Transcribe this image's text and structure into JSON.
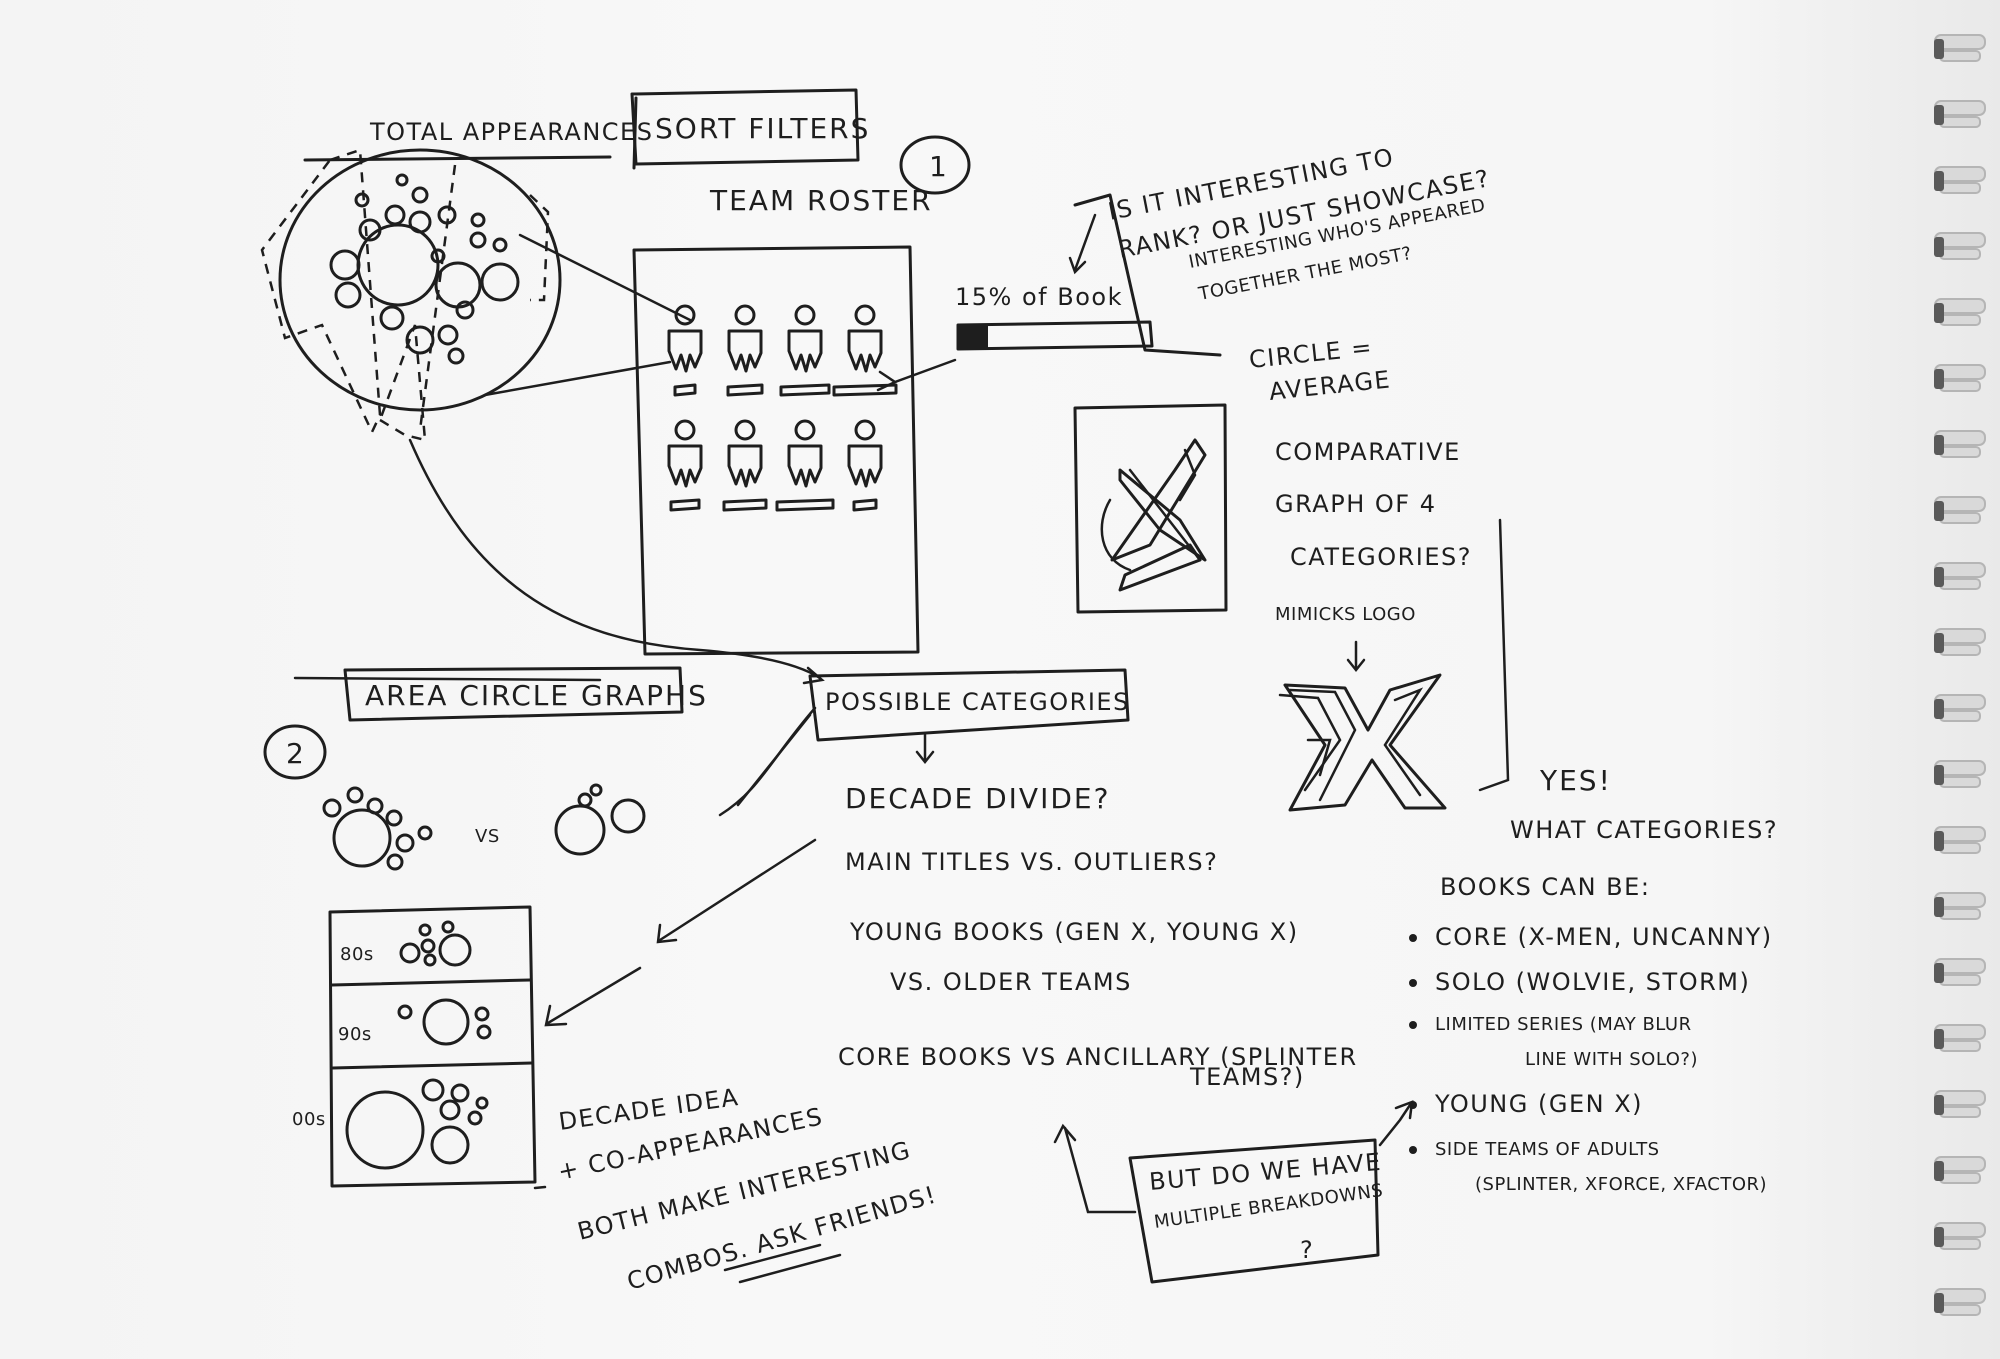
{
  "labels": {
    "total_appearances": "TOTAL APPEARANCES",
    "sort_filters": "SORT FILTERS",
    "section_1": "1",
    "team_roster": "TEAM ROSTER",
    "pct_of_book": "15% of Book",
    "q_interesting_1": "IS IT INTERESTING TO",
    "q_interesting_2": "RANK? OR JUST SHOWCASE?",
    "q_together_1": "INTERESTING WHO'S APPEARED",
    "q_together_2": "TOGETHER THE MOST?",
    "circle_1": "CIRCLE =",
    "circle_2": "AVERAGE",
    "comparative_1": "COMPARATIVE",
    "comparative_2": "GRAPH OF 4",
    "comparative_3": "CATEGORIES?",
    "mimicks_logo": "MIMICKS LOGO",
    "yes": "YES!",
    "what_categories": "WHAT CATEGORIES?",
    "area_circle_graphs": "AREA CIRCLE GRAPHS",
    "possible_categories": "POSSIBLE CATEGORIES",
    "section_2": "2",
    "vs": "VS",
    "decade_divide": "DECADE DIVIDE?",
    "main_titles": "MAIN TITLES VS. OUTLIERS?",
    "young_books": "YOUNG BOOKS (GEN X, YOUNG X)",
    "older_teams": "VS. OLDER TEAMS",
    "core_books": "CORE BOOKS VS ANCILLARY (SPLINTER",
    "teams_q": "TEAMS?)",
    "decade_80s": "80s",
    "decade_90s": "90s",
    "decade_00s": "00s",
    "decade_idea_1": "DECADE IDEA",
    "decade_idea_2": "+ CO-APPEARANCES",
    "decade_idea_3": "BOTH MAKE INTERESTING",
    "decade_idea_4": "COMBOS. ASK FRIENDS!",
    "breakdowns_1": "BUT DO WE HAVE",
    "breakdowns_2": "MULTIPLE BREAKDOWNS",
    "breakdowns_3": "?",
    "books_can_be": "BOOKS CAN BE:",
    "bullet_1": "CORE (X-MEN, UNCANNY)",
    "bullet_2": "SOLO (WOLVIE, STORM)",
    "bullet_3a": "LIMITED SERIES (MAY BLUR",
    "bullet_3b": "LINE WITH SOLO?)",
    "bullet_4": "YOUNG (GEN X)",
    "bullet_5a": "SIDE TEAMS OF ADULTS",
    "bullet_5b": "(SPLINTER, XFORCE, XFACTOR)"
  },
  "percent_bar": {
    "fill_fraction": 0.15
  },
  "colors": {
    "ink": "#1e1e1e",
    "paper": "#f6f6f6",
    "spiral": "#d9d9d9"
  }
}
